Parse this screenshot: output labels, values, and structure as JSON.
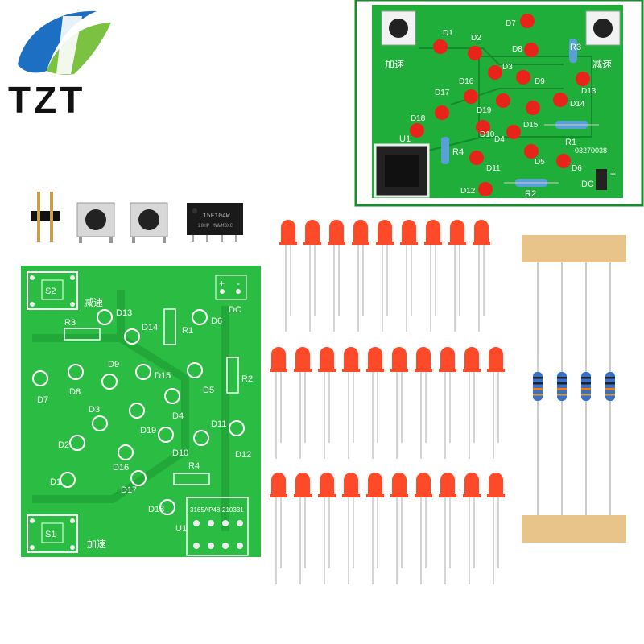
{
  "brand": {
    "logo_text": "TZT",
    "logo_colors": {
      "blue": "#1d6fc4",
      "green": "#7cc242",
      "text": "#111111"
    }
  },
  "pcb_assembled": {
    "button_labels": [
      "加速",
      "减速"
    ],
    "led_labels": [
      "D1",
      "D2",
      "D3",
      "D4",
      "D5",
      "D6",
      "D7",
      "D8",
      "D9",
      "D10",
      "D11",
      "D12",
      "D13",
      "D14",
      "D15",
      "D16",
      "D17",
      "D18",
      "D19"
    ],
    "resistor_labels": [
      "R1",
      "R2",
      "R3",
      "R4"
    ],
    "chip_label": "U1",
    "code": "03270038",
    "power_label": "DC",
    "plus": "+"
  },
  "pcb_bare": {
    "switch_labels": [
      "S1",
      "S2"
    ],
    "button_labels": [
      "加速",
      "减速"
    ],
    "led_labels": [
      "D1",
      "D2",
      "D3",
      "D4",
      "D5",
      "D6",
      "D7",
      "D8",
      "D9",
      "D10",
      "D11",
      "D12",
      "D13",
      "D14",
      "D15",
      "D16",
      "D17",
      "D18",
      "D19"
    ],
    "resistor_labels": [
      "R1",
      "R2",
      "R3",
      "R4"
    ],
    "chip_label": "U1",
    "silk_code": "3165AP48-210331",
    "power_label": "DC",
    "plus": "+",
    "minus": "-"
  },
  "ic": {
    "text1": "15F104W",
    "text2": "20HP MWWMBXC"
  },
  "colors": {
    "pcb": "#1fae3a",
    "pcb_dark": "#138a2b",
    "led": "#ff4a2a",
    "resistor": "#3a70c8",
    "tape": "#e9c48a",
    "frame": "#1a8a2e"
  }
}
